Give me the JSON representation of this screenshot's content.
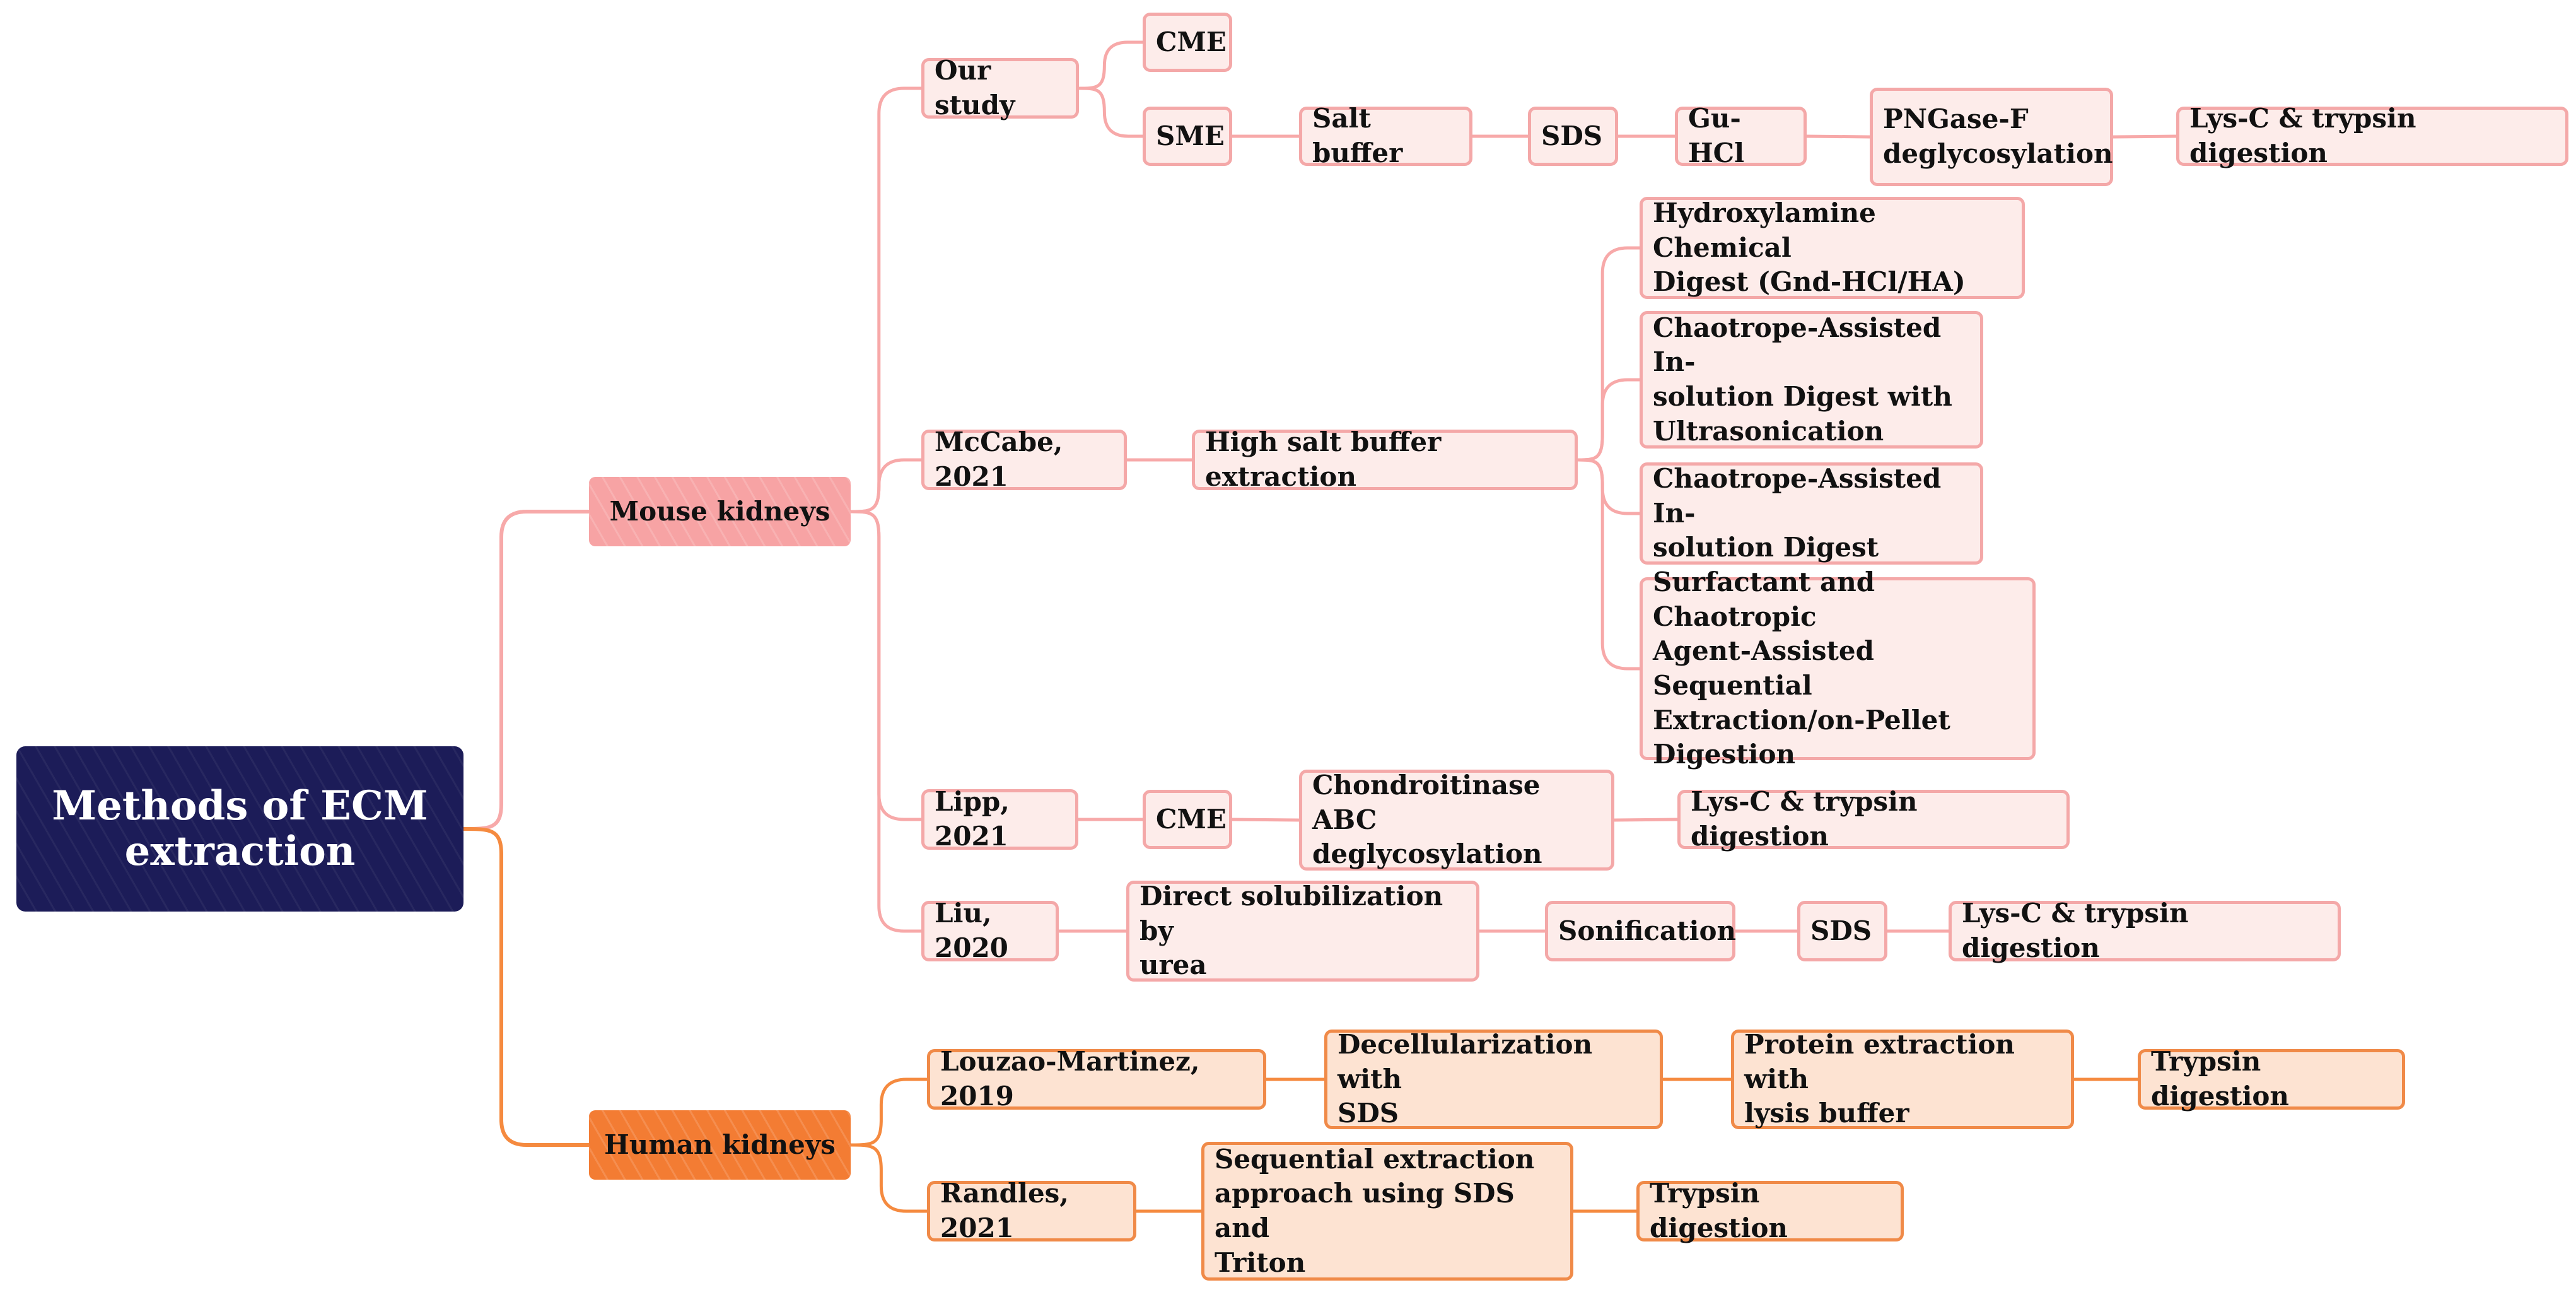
{
  "root": {
    "label": "Methods of ECM\nextraction"
  },
  "colors": {
    "root": "#1c1c58",
    "mouse": "#f7a3a4",
    "mouse_link": "#f7a9a9",
    "human": "#f37c33",
    "human_link": "#f58a3f"
  },
  "mouse": {
    "label": "Mouse kidneys",
    "our_study": {
      "label": "Our study",
      "cme": "CME",
      "sme": "SME",
      "salt": "Salt buffer",
      "sds": "SDS",
      "guhcl": "Gu-HCl",
      "pngase": "PNGase-F\ndeglycosylation",
      "digest": "Lys-C & trypsin digestion"
    },
    "mccabe": {
      "label": "McCabe, 2021",
      "salt": "High salt buffer extraction",
      "hydroxylamine": "Hydroxylamine Chemical\nDigest (Gnd-HCl/HA)",
      "chaotrope_ultra": "Chaotrope-Assisted In-\nsolution Digest with\nUltrasonication",
      "chaotrope": "Chaotrope-Assisted In-\nsolution Digest",
      "surfactant": "Surfactant and Chaotropic\nAgent-Assisted Sequential\nExtraction/on-Pellet\nDigestion"
    },
    "lipp": {
      "label": "Lipp, 2021",
      "cme": "CME",
      "chondroitinase": "Chondroitinase ABC\ndeglycosylation",
      "digest": "Lys-C & trypsin digestion"
    },
    "liu": {
      "label": "Liu, 2020",
      "urea": "Direct solubilization by\nurea",
      "sonification": "Sonification",
      "sds": "SDS",
      "digest": "Lys-C & trypsin digestion"
    }
  },
  "human": {
    "label": "Human kidneys",
    "louzao": {
      "label": "Louzao-Martinez, 2019",
      "decell": "Decellularization with\nSDS",
      "protein": "Protein extraction with\nlysis buffer",
      "digest": "Trypsin digestion"
    },
    "randles": {
      "label": "Randles, 2021",
      "sequential": "Sequential extraction\napproach using SDS and\nTriton",
      "digest": "Trypsin digestion"
    }
  }
}
